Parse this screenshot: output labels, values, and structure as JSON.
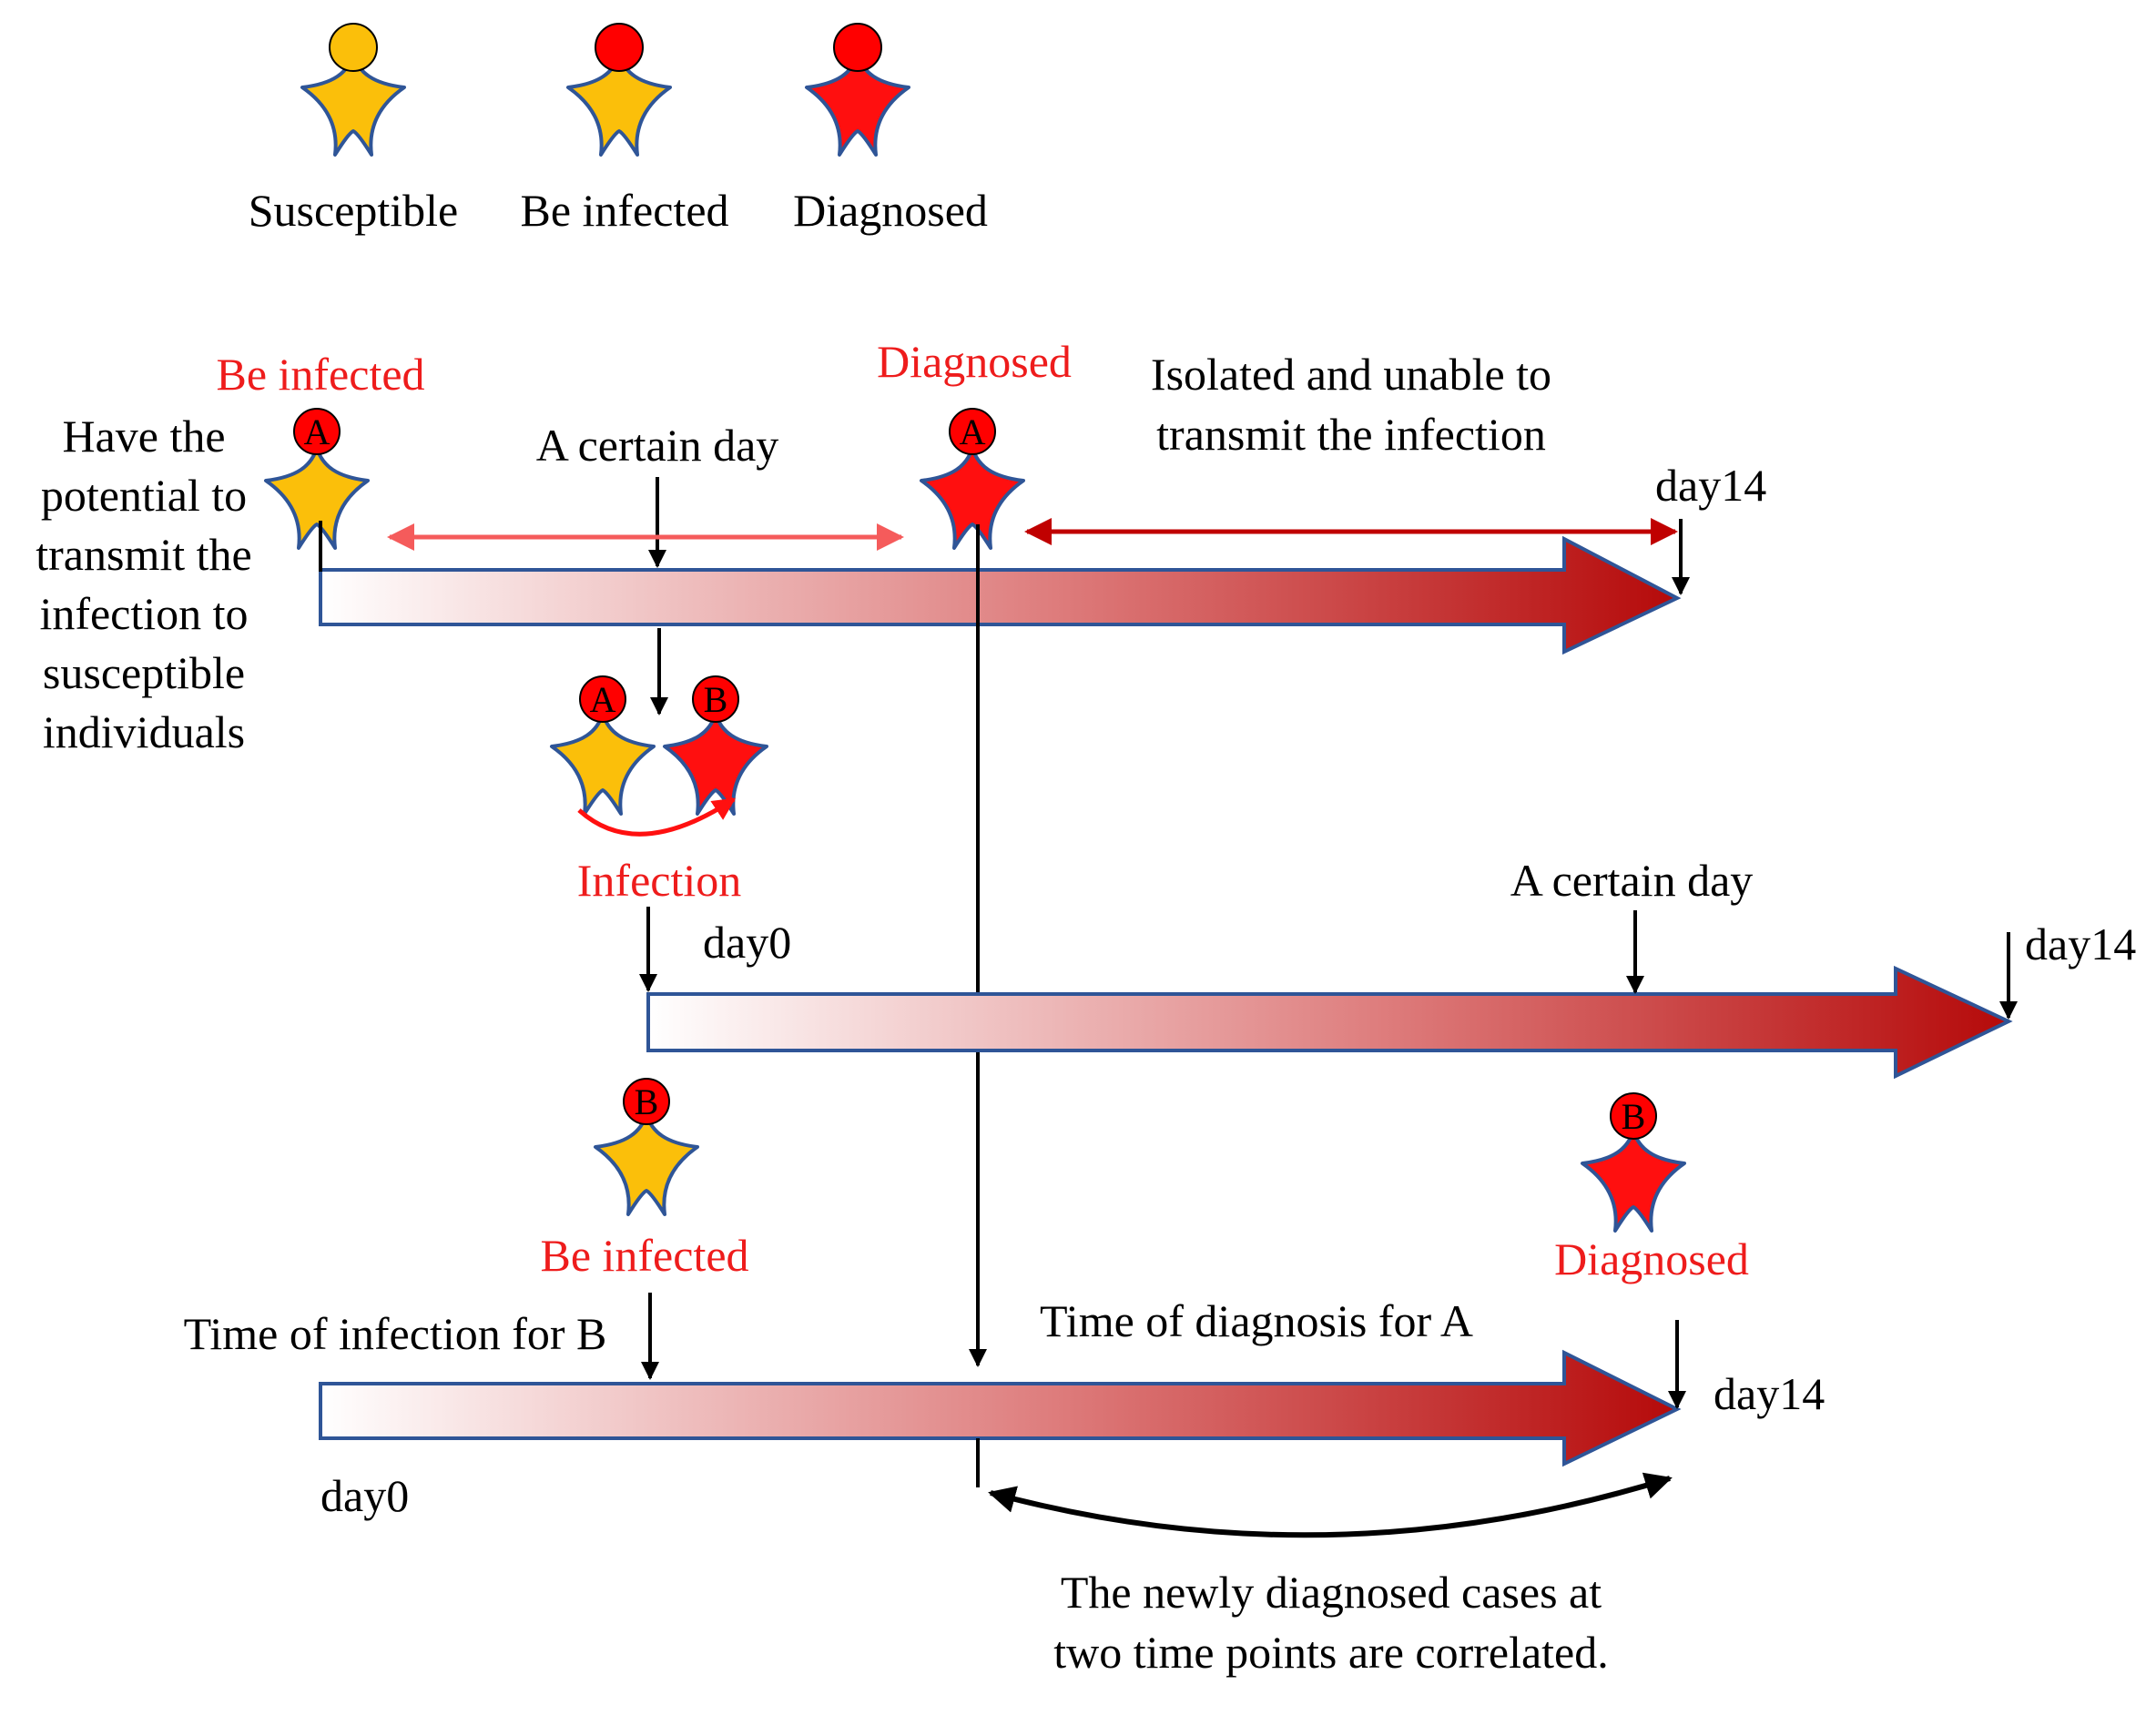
{
  "legend": {
    "susceptible": "Susceptible",
    "infected": "Be infected",
    "diagnosed": "Diagnosed"
  },
  "timeline_a": {
    "be_infected": "Be infected",
    "diagnosed": "Diagnosed",
    "person_label": "A",
    "potential_text": [
      "Have the",
      "potential to",
      "transmit the",
      "infection to",
      "susceptible",
      "individuals"
    ],
    "certain_day": "A certain day",
    "isolated_text": [
      "Isolated and unable to",
      "transmit the infection"
    ],
    "day_end": "day14"
  },
  "infection_event": {
    "source_label": "A",
    "target_label": "B",
    "caption": "Infection"
  },
  "timeline_b": {
    "day_start": "day0",
    "certain_day": "A certain day",
    "day_end": "day14"
  },
  "timeline_c": {
    "person_label": "B",
    "be_infected": "Be infected",
    "diagnosed": "Diagnosed",
    "infection_time": "Time of infection for B",
    "diagnosis_time": "Time of diagnosis for A",
    "day_start": "day0",
    "day_end": "day14",
    "correlation_text": [
      "The newly diagnosed cases at",
      "two time points are correlated."
    ]
  },
  "colors": {
    "susceptible_body": "#fbbf0a",
    "diagnosed_body": "#ff0f0f",
    "head_infected": "#ff0000",
    "outline": "#2f5597",
    "red_text": "#ee1c1c",
    "arrow_light_red": "#f55b5b",
    "arrow_dark_red": "#c00000",
    "bar_end": "#b50a0a"
  }
}
